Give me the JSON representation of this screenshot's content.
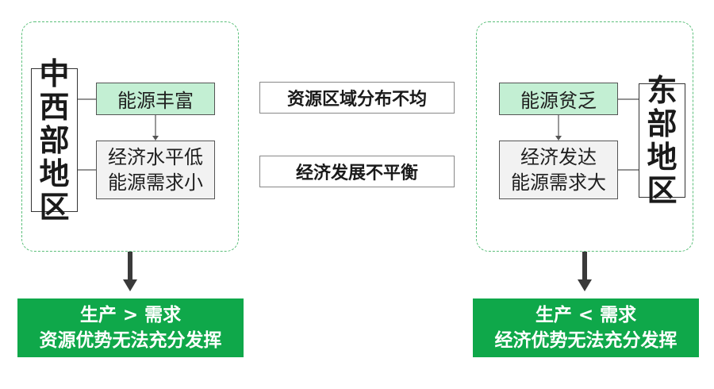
{
  "left": {
    "region_label": "中西部地区",
    "top_box": "能源丰富",
    "bottom_box": "经济水平低\n能源需求小",
    "result": "生产 > 需求\n资源优势无法充分发挥"
  },
  "center": {
    "top_label": "资源区域分布不均",
    "bottom_label": "经济发展不平衡"
  },
  "right": {
    "region_label": "东部地区",
    "top_box": "能源贫乏",
    "bottom_box": "经济发达\n能源需求大",
    "result": "生产 < 需求\n经济优势无法充分发挥"
  },
  "colors": {
    "frame_dash": "#5bbf7a",
    "box_green": "#c3efd3",
    "box_gray": "#f2f2f2",
    "result_green": "#0fa84a",
    "arrow": "#3a3a3a"
  }
}
